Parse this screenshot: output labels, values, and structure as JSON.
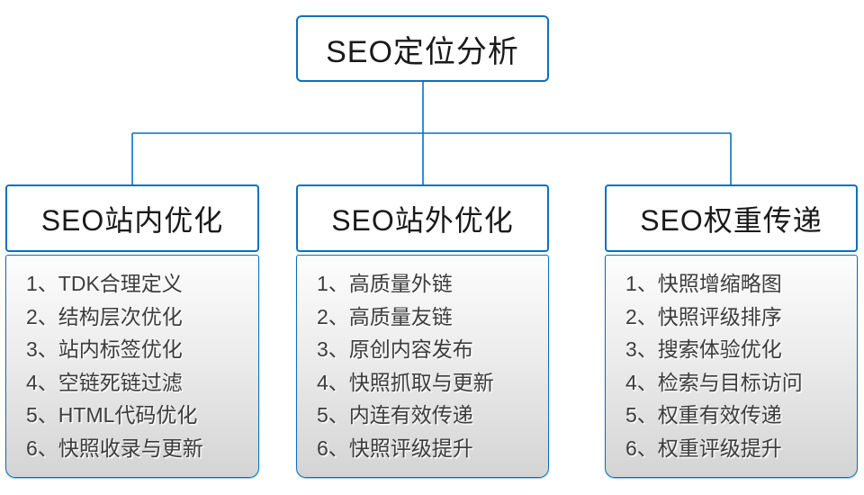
{
  "colors": {
    "accent": "#0a6fc2",
    "header_text": "#1a1a1a",
    "list_text": "#3d3d3d",
    "list_bg_top": "#fdfdfd",
    "list_bg_bottom": "#d4d4d4"
  },
  "root": {
    "label": "SEO定位分析"
  },
  "columns": [
    {
      "header": "SEO站内优化",
      "items": [
        "1、TDK合理定义",
        "2、结构层次优化",
        "3、站内标签优化",
        "4、空链死链过滤",
        "5、HTML代码优化",
        "6、快照收录与更新"
      ]
    },
    {
      "header": "SEO站外优化",
      "items": [
        "1、高质量外链",
        "2、高质量友链",
        "3、原创内容发布",
        "4、快照抓取与更新",
        "5、内连有效传递",
        "6、快照评级提升"
      ]
    },
    {
      "header": "SEO权重传递",
      "items": [
        "1、快照增缩略图",
        "2、快照评级排序",
        "3、搜索体验优化",
        "4、检索与目标访问",
        "5、权重有效传递",
        "6、权重评级提升"
      ]
    }
  ]
}
